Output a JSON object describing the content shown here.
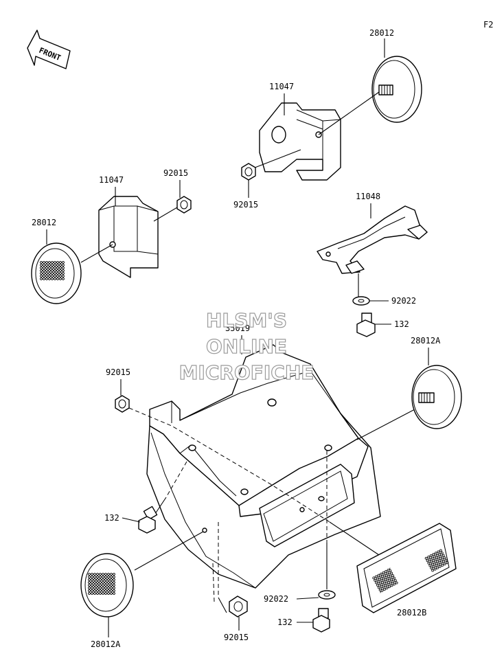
{
  "page_code": "F2",
  "front_arrow_label": "FRONT",
  "watermark": {
    "line1": "HLSM'S",
    "line2": "ONLINE",
    "line3": "MICROFICHE"
  },
  "callouts": {
    "p28012_top": "28012",
    "p11047_top": "11047",
    "p92015_top": "92015",
    "p11047_left": "11047",
    "p92015_left": "92015",
    "p28012_left": "28012",
    "p11048": "11048",
    "p92022_upper": "92022",
    "p132_upper": "132",
    "p35019": "35019",
    "p28012A_right": "28012A",
    "p92015_mid": "92015",
    "p132_left": "132",
    "p92022_lower": "92022",
    "p132_lower": "132",
    "p28012B": "28012B",
    "p28012A_bottom": "28012A",
    "p92015_bottom": "92015"
  }
}
